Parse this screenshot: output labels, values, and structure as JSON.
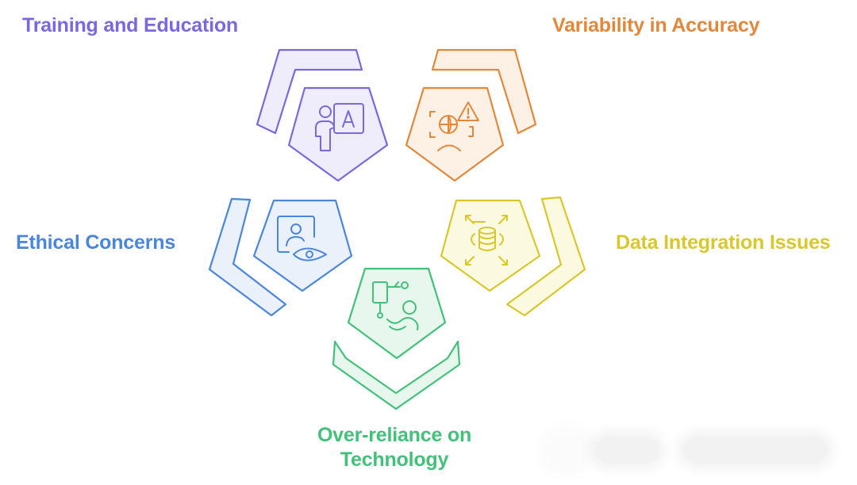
{
  "segments": [
    {
      "key": "training",
      "label": "Training and Education",
      "color": "#7b68e0",
      "fill": "#efecfb",
      "icon": "teacher-presentation-icon"
    },
    {
      "key": "variability",
      "label": "Variability in Accuracy",
      "color": "#e2883d",
      "fill": "#fdf0e4",
      "icon": "globe-warning-icon"
    },
    {
      "key": "data",
      "label": "Data Integration Issues",
      "color": "#d9c72e",
      "fill": "#fbf9df",
      "icon": "database-expand-icon"
    },
    {
      "key": "over",
      "label": "Over-reliance on Technology",
      "color": "#43c07a",
      "fill": "#e7f7ee",
      "icon": "robot-arm-person-icon"
    },
    {
      "key": "ethical",
      "label": "Ethical Concerns",
      "color": "#4a86dd",
      "fill": "#eaf1fb",
      "icon": "profile-eye-icon"
    }
  ]
}
